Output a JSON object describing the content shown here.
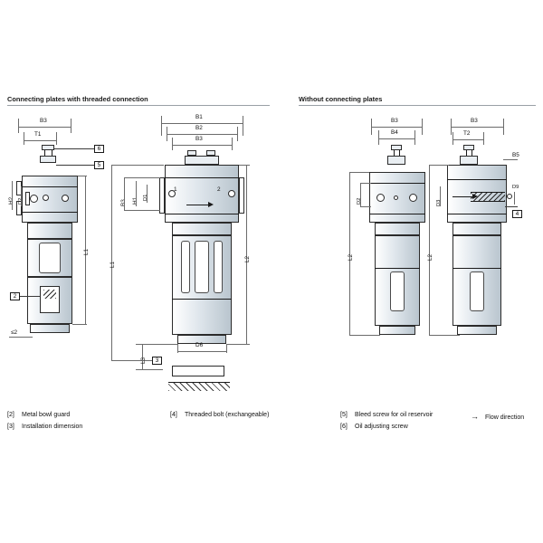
{
  "sections": {
    "left_title": "Connecting plates with threaded connection",
    "right_title": "Without connecting plates"
  },
  "legend": {
    "rows": [
      [
        {
          "key": "[2]",
          "text": "Metal bowl guard"
        },
        {
          "key": "[4]",
          "text": "Threaded bolt (exchangeable)"
        },
        {
          "key": "[5]",
          "text": "Bleed screw for oil reservoir"
        },
        {
          "key": "→",
          "text": "Flow direction",
          "is_arrow": true
        }
      ],
      [
        {
          "key": "[3]",
          "text": "Installation dimension"
        },
        {
          "key": "",
          "text": ""
        },
        {
          "key": "[6]",
          "text": "Oil adjusting screw"
        },
        {
          "key": "",
          "text": ""
        }
      ]
    ]
  },
  "callouts": {
    "c2": "2",
    "c3": "3",
    "c4": "4",
    "c5": "5",
    "c6": "6"
  },
  "dimensions": {
    "left": [
      "B3",
      "T1",
      "H2",
      "D2",
      "L1",
      "≤2"
    ],
    "center": [
      "B1",
      "B2",
      "B3",
      "B3",
      "H1",
      "D1",
      "L1",
      "L2",
      "L3",
      "D6",
      "1",
      "2"
    ],
    "right_a": [
      "B3",
      "B4",
      "D2",
      "L2"
    ],
    "right_b": [
      "B3",
      "T2",
      "B5",
      "D9",
      "D3",
      "L2"
    ]
  },
  "ports": {
    "inlet": "1",
    "outlet": "2"
  },
  "colors": {
    "ink": "#1a1a1a",
    "dim": "#6b6b6b",
    "body_fill": "#e9eef2",
    "rule": "#9aa0a6"
  }
}
